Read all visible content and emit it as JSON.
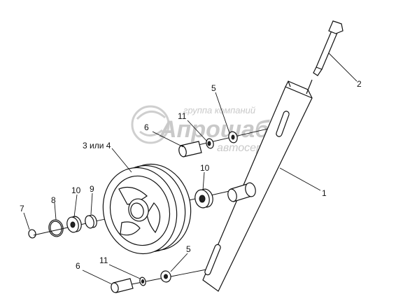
{
  "watermark": {
    "line1": "группа компаний",
    "line2": "Апрошаб",
    "line3": "автосервис"
  },
  "callouts": [
    {
      "id": "bolt",
      "text": "2"
    },
    {
      "id": "bracket",
      "text": "1"
    },
    {
      "id": "washer-upper",
      "text": "5"
    },
    {
      "id": "nut-upper",
      "text": "11"
    },
    {
      "id": "sleeve-upper",
      "text": "6"
    },
    {
      "id": "pulley",
      "text": "3 или 4"
    },
    {
      "id": "bearing-right",
      "text": "10"
    },
    {
      "id": "bearing-left",
      "text": "10"
    },
    {
      "id": "spacer",
      "text": "9"
    },
    {
      "id": "snap-ring",
      "text": "8"
    },
    {
      "id": "retainer",
      "text": "7"
    },
    {
      "id": "sleeve-lower",
      "text": "6"
    },
    {
      "id": "nut-lower",
      "text": "11"
    },
    {
      "id": "washer-lower",
      "text": "5"
    }
  ]
}
